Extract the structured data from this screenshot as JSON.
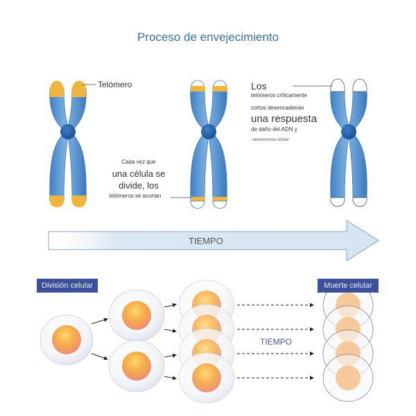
{
  "title": "Proceso de envejecimiento",
  "chromosome_labels": {
    "telomere": "Telómero",
    "step2": {
      "line1": "Cada vez que",
      "line2": "una célula se",
      "line3": "divide, los",
      "line4": "telómeros se acortan"
    },
    "step3": {
      "line1": "Los",
      "line2": "telómeros críticamente",
      "line3": "cortos desencadenan",
      "line4": "una respuesta",
      "line5": "de daño del ADN y",
      "line6": "senescencia celular"
    }
  },
  "time_arrow": {
    "label": "TIEMPO"
  },
  "cells": {
    "division_badge": "División celular",
    "death_badge": "Muerte celular",
    "time_label": "TIEMPO"
  },
  "colors": {
    "chromosome": "#4a8fd0",
    "chromosome_light": "#8dbbe6",
    "centromere": "#1f5fa3",
    "telomere": "#f2b53c",
    "badge": "#3c519a",
    "title": "#3b6f9a"
  }
}
